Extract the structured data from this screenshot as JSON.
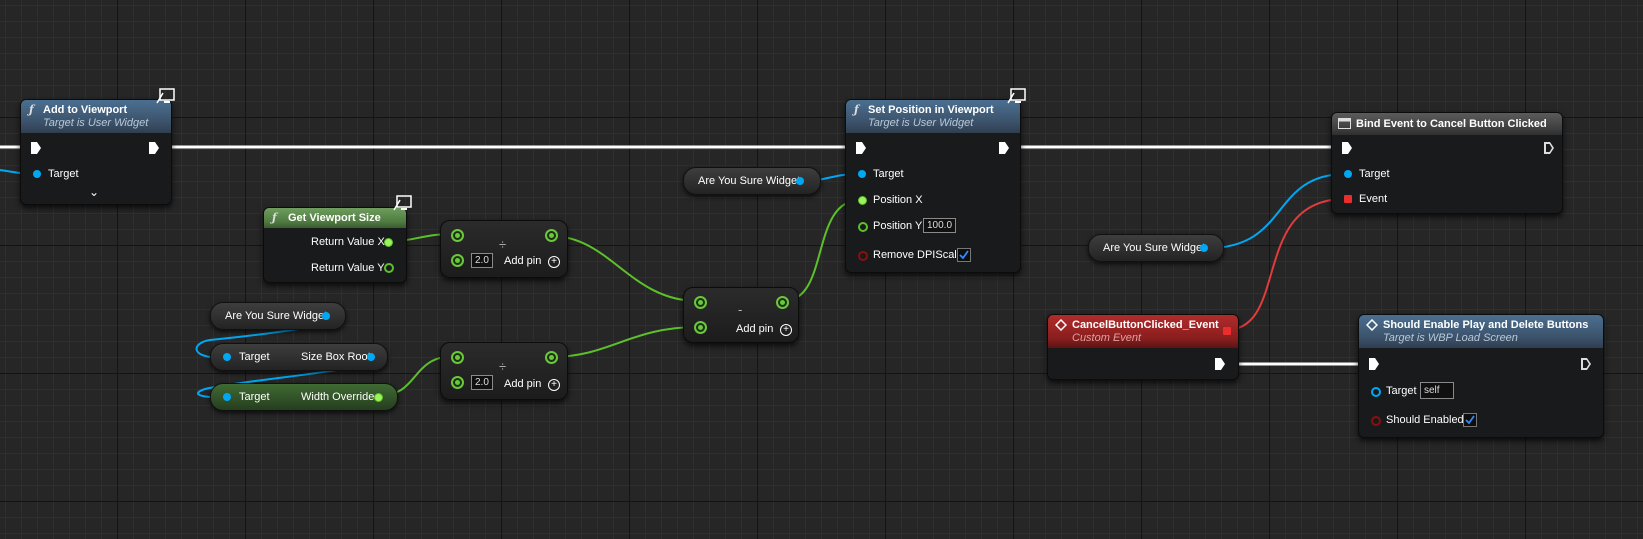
{
  "graph": {
    "add_to_viewport": {
      "title": "Add to Viewport",
      "subtitle": "Target is User Widget",
      "target_label": "Target",
      "expand_icon": "chevron-down-icon"
    },
    "get_viewport_size": {
      "title": "Get Viewport Size",
      "return_x": "Return Value X",
      "return_y": "Return Value Y"
    },
    "divide_top": {
      "operator": "÷",
      "divisor": "2.0",
      "add_pin": "Add pin"
    },
    "divide_bottom": {
      "operator": "÷",
      "divisor": "2.0",
      "add_pin": "Add pin"
    },
    "subtract": {
      "operator": "-",
      "add_pin": "Add pin"
    },
    "set_position": {
      "title": "Set Position in Viewport",
      "subtitle": "Target is User Widget",
      "target_label": "Target",
      "position_x": "Position X",
      "position_y": "Position Y",
      "position_y_value": "100.0",
      "remove_dpi": "Remove DPIScale",
      "remove_dpi_checked": true
    },
    "var_are_you_sure_1": "Are You Sure Widget",
    "var_are_you_sure_2": "Are You Sure Widget",
    "var_are_you_sure_3": "Are You Sure Widget",
    "size_box_root": {
      "target": "Target",
      "label": "Size Box Root"
    },
    "width_override": {
      "target": "Target",
      "label": "Width Override"
    },
    "bind_event": {
      "title": "Bind Event to Cancel Button Clicked",
      "target_label": "Target",
      "event_label": "Event"
    },
    "cancel_event": {
      "title": "CancelButtonClicked_Event",
      "subtitle": "Custom Event"
    },
    "should_enable": {
      "title": "Should Enable Play and Delete Buttons",
      "subtitle": "Target is WBP Load Screen",
      "target_label": "Target",
      "target_value": "self",
      "should_enabled": "Should Enabled",
      "should_enabled_checked": true
    }
  },
  "colors": {
    "background": "#262626",
    "exec_wire": "#ffffff",
    "object_wire": "#00a8f4",
    "float_wire": "#5dc02b",
    "delegate_wire": "#e03c3c"
  }
}
